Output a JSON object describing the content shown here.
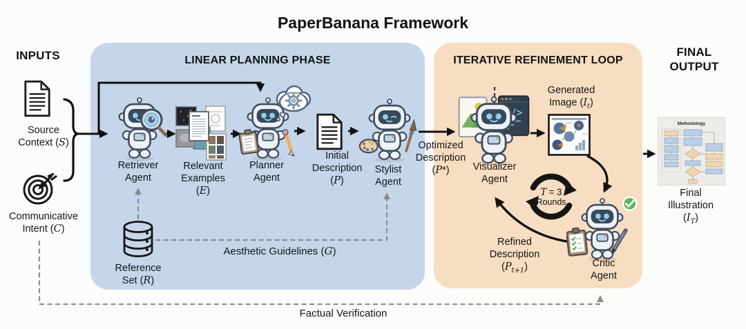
{
  "title": "PaperBanana Framework",
  "colors": {
    "planning_panel": "#c5d6ea",
    "refinement_panel": "#f7ddc1",
    "arrow_black": "#111111",
    "dashed_gray": "#8c8c8c",
    "check_green": "#57b657",
    "robot_outline": "#3f4c5c"
  },
  "icons": {
    "source_context": "document-icon",
    "communicative_intent": "target-icon",
    "reference_set": "database-icon",
    "planner_thought": "thought-bubble-gear-icon",
    "loop": "cycle-arrows-icon",
    "critic_badge": "green-check-badge-icon",
    "retriever_tool": "magnifier-icon",
    "stylist_tool": "palette-brush-icon",
    "visualizer_backdrop": "image-and-code-window-icons"
  },
  "inputs": {
    "header": "INPUTS",
    "source": {
      "l1": "Source",
      "l2a": "Context (",
      "sym": "S",
      "l2b": ")"
    },
    "communicative": {
      "l1": "Communicative",
      "l2a": "Intent (",
      "sym": "C",
      "l2b": ")"
    }
  },
  "planning": {
    "header": "LINEAR PLANNING PHASE",
    "retriever": {
      "l1": "Retriever",
      "l2": "Agent"
    },
    "examples": {
      "l1": "Relevant",
      "l2": "Examples",
      "l3a": "(",
      "sym": "E",
      "l3b": ")"
    },
    "planner": {
      "l1": "Planner",
      "l2": "Agent"
    },
    "initial": {
      "l1": "Initial",
      "l2": "Description",
      "l3a": "(",
      "sym": "P",
      "l3b": ")"
    },
    "stylist": {
      "l1": "Stylist",
      "l2": "Agent"
    },
    "reference": {
      "l1": "Reference",
      "l2a": "Set (",
      "sym": "R",
      "l2b": ")"
    },
    "aesthetic": {
      "a": "Aesthetic Guidelines (",
      "sym": "G",
      "b": ")"
    }
  },
  "refinement": {
    "header": "ITERATIVE REFINEMENT LOOP",
    "optimized": {
      "l1": "Optimized",
      "l2": "Description",
      "l3a": "(",
      "sym": "P",
      "l3b": "*)"
    },
    "visualizer": {
      "l1": "Visualizer",
      "l2": "Agent"
    },
    "generated": {
      "l1": "Generated",
      "l2a": "Image (",
      "sym": "I",
      "sub": "t",
      "l2b": ")"
    },
    "loop": {
      "t": "T",
      "eq": "= 3",
      "rounds": "Rounds"
    },
    "refined": {
      "l1": "Refined",
      "l2": "Description",
      "l3a": "(",
      "sym": "P",
      "sub": "t+1",
      "l3b": ")"
    },
    "critic": {
      "l1": "Critic",
      "l2": "Agent"
    }
  },
  "output": {
    "header_l1": "FINAL",
    "header_l2": "OUTPUT",
    "thumbnail_title": "Methodology",
    "final": {
      "l1": "Final",
      "l2": "Illustration",
      "l3a": "(",
      "sym": "I",
      "sub": "T",
      "l3b": ")"
    }
  },
  "edges": {
    "factual": "Factual Verification"
  }
}
